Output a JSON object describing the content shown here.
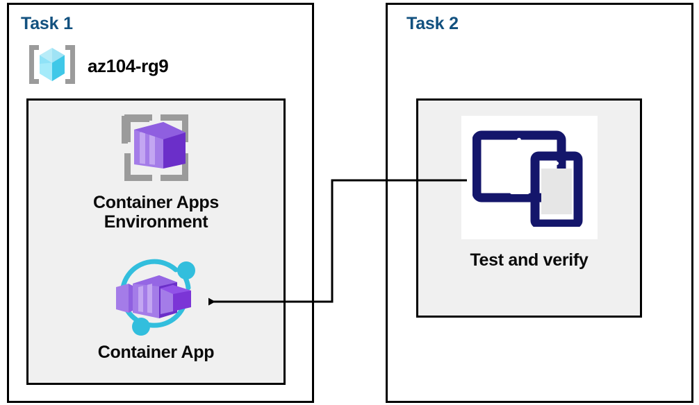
{
  "diagram": {
    "title_task1": "Task 1",
    "title_task2": "Task 2",
    "colors": {
      "task_heading": "#12517f",
      "panel_border": "#000000",
      "inner_fill": "#f0f0f0",
      "container_purple": "#8661d1",
      "container_purple_dark": "#6b2fc9",
      "container_purple_light": "#a47ce8",
      "accent_cyan": "#32bedd",
      "resource_group_cube": "#9ce9f7",
      "grid_bracket_gray": "#9b9b9b",
      "device_navy": "#14166b",
      "connector_line": "#000000"
    }
  },
  "task1": {
    "heading": "Task 1",
    "resource_group": {
      "icon": "resource-group-icon",
      "name": "az104-rg9"
    },
    "nodes": [
      {
        "icon": "container-apps-environment-icon",
        "label": "Container Apps\nEnvironment"
      },
      {
        "icon": "container-app-icon",
        "label": "Container App"
      }
    ]
  },
  "task2": {
    "heading": "Task 2",
    "nodes": [
      {
        "icon": "test-and-verify-devices-icon",
        "label": "Test and verify"
      }
    ]
  },
  "connector": {
    "from": "test-and-verify-devices-icon",
    "to": "container-app-icon",
    "arrow_direction": "left",
    "style": "orthogonal-elbow"
  }
}
